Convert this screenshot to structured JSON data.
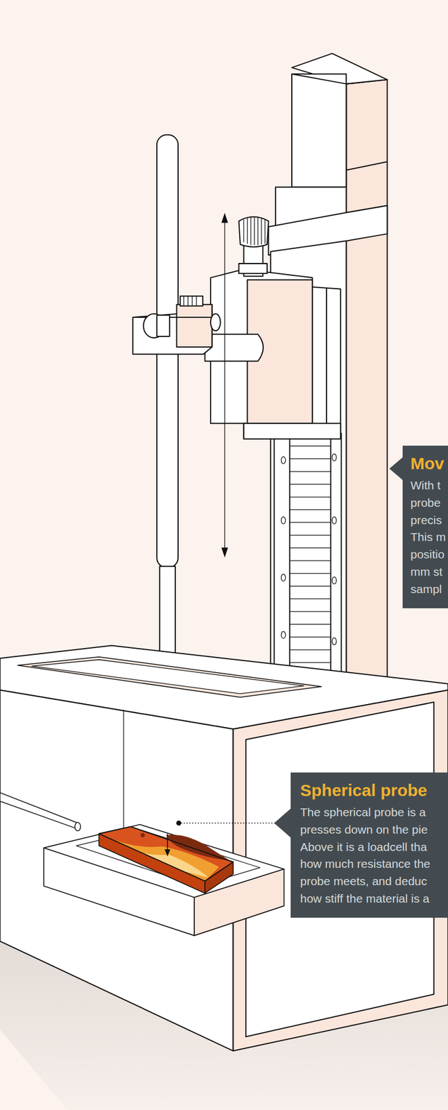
{
  "diagram": {
    "nodes": [
      {
        "text": [
          "Mov",
          "With t probe precis This m positio mm st sampl"
        ]
      },
      {
        "text": [
          "Spherical probe",
          "The spherical probe is a presses down on the pie Above it is a loadcell tha how much resistance the probe meets, and deduc how stiff the material is a"
        ]
      }
    ]
  }
}
